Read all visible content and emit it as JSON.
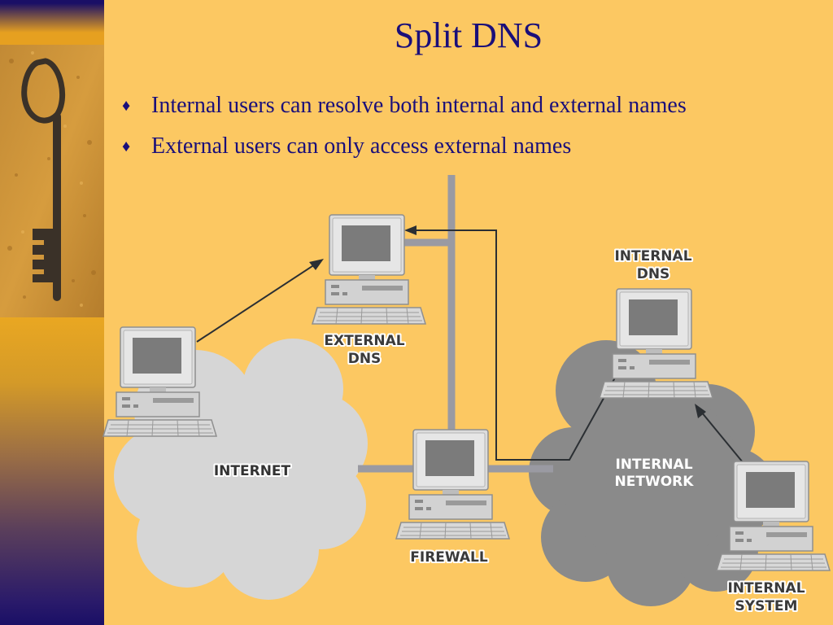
{
  "slide": {
    "title": "Split DNS",
    "bullets": [
      "Internal users can resolve both internal and external names",
      "External users can only access external names"
    ],
    "bullet_icon": "diamond-bullet-icon"
  },
  "diagram": {
    "nodes": {
      "internet_pc": "",
      "external_dns": [
        "EXTERNAL",
        "DNS"
      ],
      "firewall": [
        "FIREWALL"
      ],
      "internal_dns": [
        "INTERNAL",
        "DNS"
      ],
      "internal_system": [
        "INTERNAL",
        "SYSTEM"
      ]
    },
    "clouds": {
      "internet": "INTERNET",
      "internal_network": [
        "INTERNAL",
        "NETWORK"
      ]
    }
  },
  "colors": {
    "background": "#FCC862",
    "title_text": "#1a0f7a",
    "internet_cloud": "#d6d6d6",
    "internal_cloud": "#8a8a8a",
    "network_line": "#9a9aa2",
    "arrow": "#2b2f33"
  }
}
